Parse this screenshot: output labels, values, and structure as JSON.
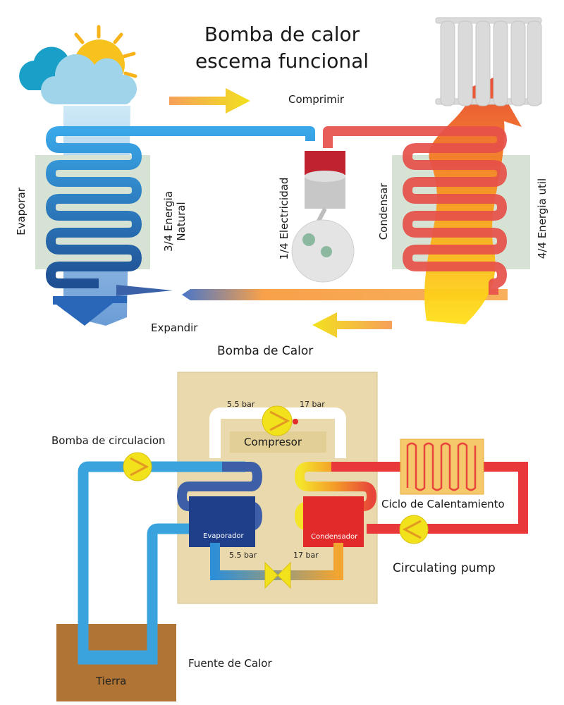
{
  "top": {
    "title_line1": "Bomba de calor",
    "title_line2": "escema funcional",
    "compress": "Comprimir",
    "expand": "Expandir",
    "evaporate": "Evaporar",
    "natural_energy": "3/4 Energia",
    "natural_energy_2": "Natural",
    "electricity": "1/4 Electricidad",
    "condense": "Condensar",
    "useful_energy": "4/4 Energia util"
  },
  "bottom": {
    "title": "Bomba de Calor",
    "pressure_low_top": "5.5 bar",
    "pressure_high_top": "17 bar",
    "compressor": "Compresor",
    "circulation_pump": "Bomba de circulacion",
    "heating_cycle": "Ciclo de Calentamiento",
    "evaporator": "Evaporador",
    "condenser": "Condensador",
    "pressure_low_bottom": "5.5 bar",
    "pressure_high_bottom": "17 bar",
    "circulating_pump": "Circulating pump",
    "heat_source": "Fuente de Calor",
    "earth": "Tierra"
  },
  "colors": {
    "cold": "#2f8fd6",
    "cold_dark": "#1f4f93",
    "hot": "#e8463a",
    "warm": "#f7a21a",
    "yellow": "#f5e52a",
    "panel": "#d6e3d4",
    "box": "#ead9ad",
    "earth": "#b07435",
    "heater": "#d8d8d8"
  }
}
